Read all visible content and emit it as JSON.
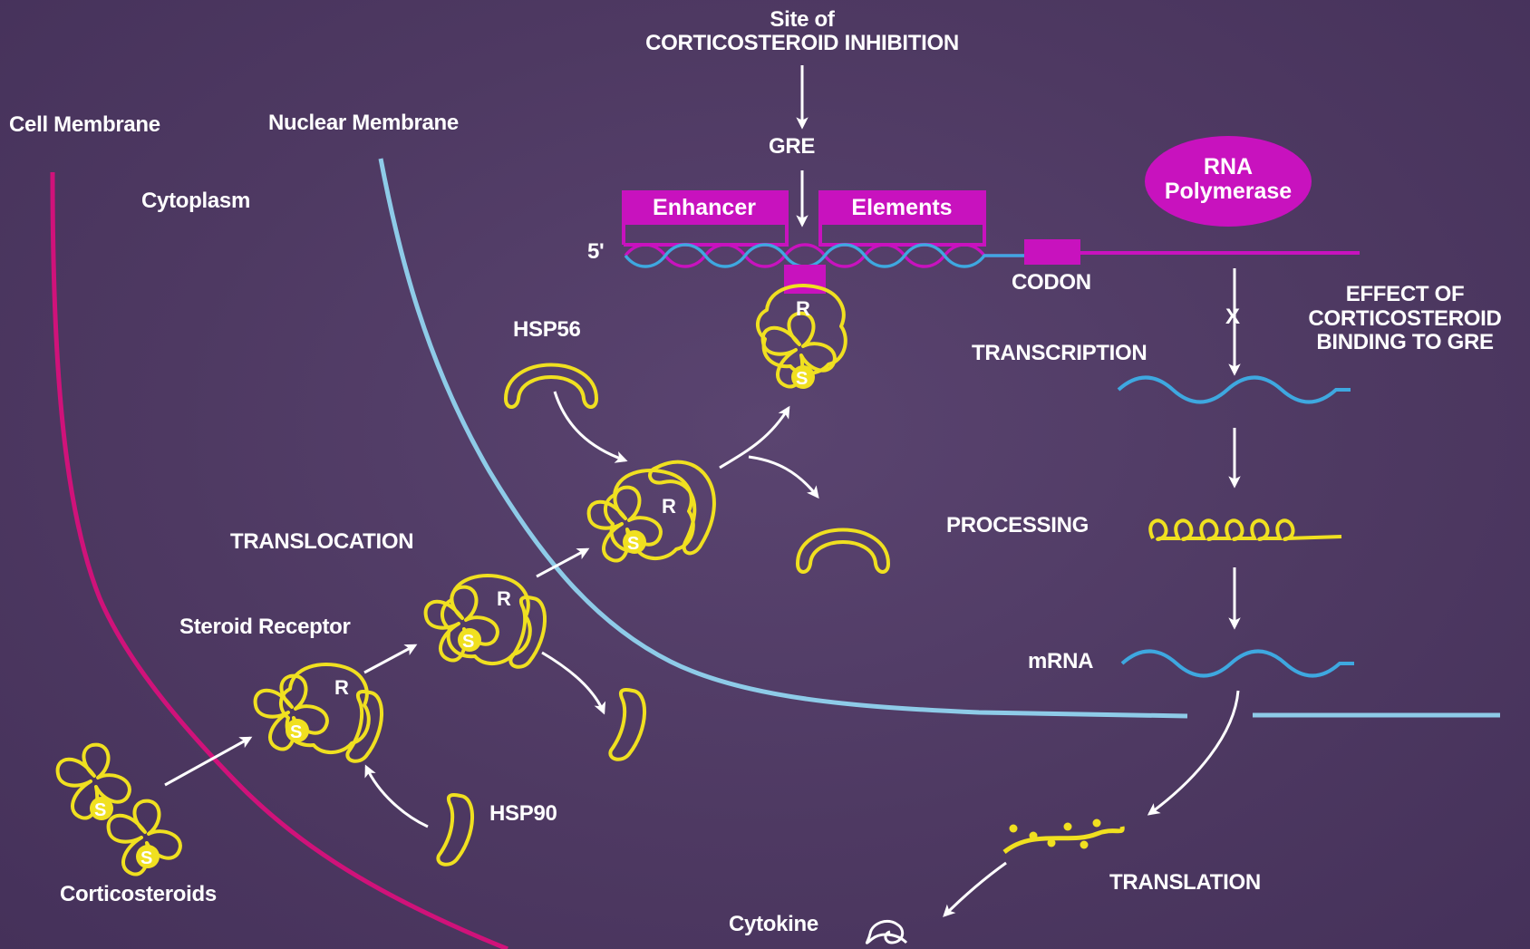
{
  "labels": {
    "site_line1": "Site of",
    "site_line2": "CORTICOSTEROID INHIBITION",
    "gre": "GRE",
    "cell_membrane": "Cell Membrane",
    "nuclear_membrane": "Nuclear Membrane",
    "cytoplasm": "Cytoplasm",
    "enhancer": "Enhancer",
    "elements": "Elements",
    "five_prime": "5'",
    "codon": "CODON",
    "rna_polymerase_line1": "RNA",
    "rna_polymerase_line2": "Polymerase",
    "effect_line1": "EFFECT OF",
    "effect_line2": "CORTICOSTEROID",
    "effect_line3": "BINDING TO GRE",
    "x_mark": "X",
    "transcription": "TRANSCRIPTION",
    "hsp56": "HSP56",
    "processing": "PROCESSING",
    "translocation": "TRANSLOCATION",
    "steroid_receptor": "Steroid Receptor",
    "mrna": "mRNA",
    "hsp90": "HSP90",
    "corticosteroids": "Corticosteroids",
    "translation": "TRANSLATION",
    "cytokine": "Cytokine"
  },
  "glyphs": {
    "receptor": "R",
    "steroid": "S"
  },
  "colors": {
    "background": "#4e3962",
    "cell_membrane": "#d0127a",
    "nuclear_membrane": "#8ecbe8",
    "magenta_box": "#c812be",
    "yellow_shapes": "#f0e020",
    "arrows": "#ffffff",
    "text": "#ffffff"
  }
}
